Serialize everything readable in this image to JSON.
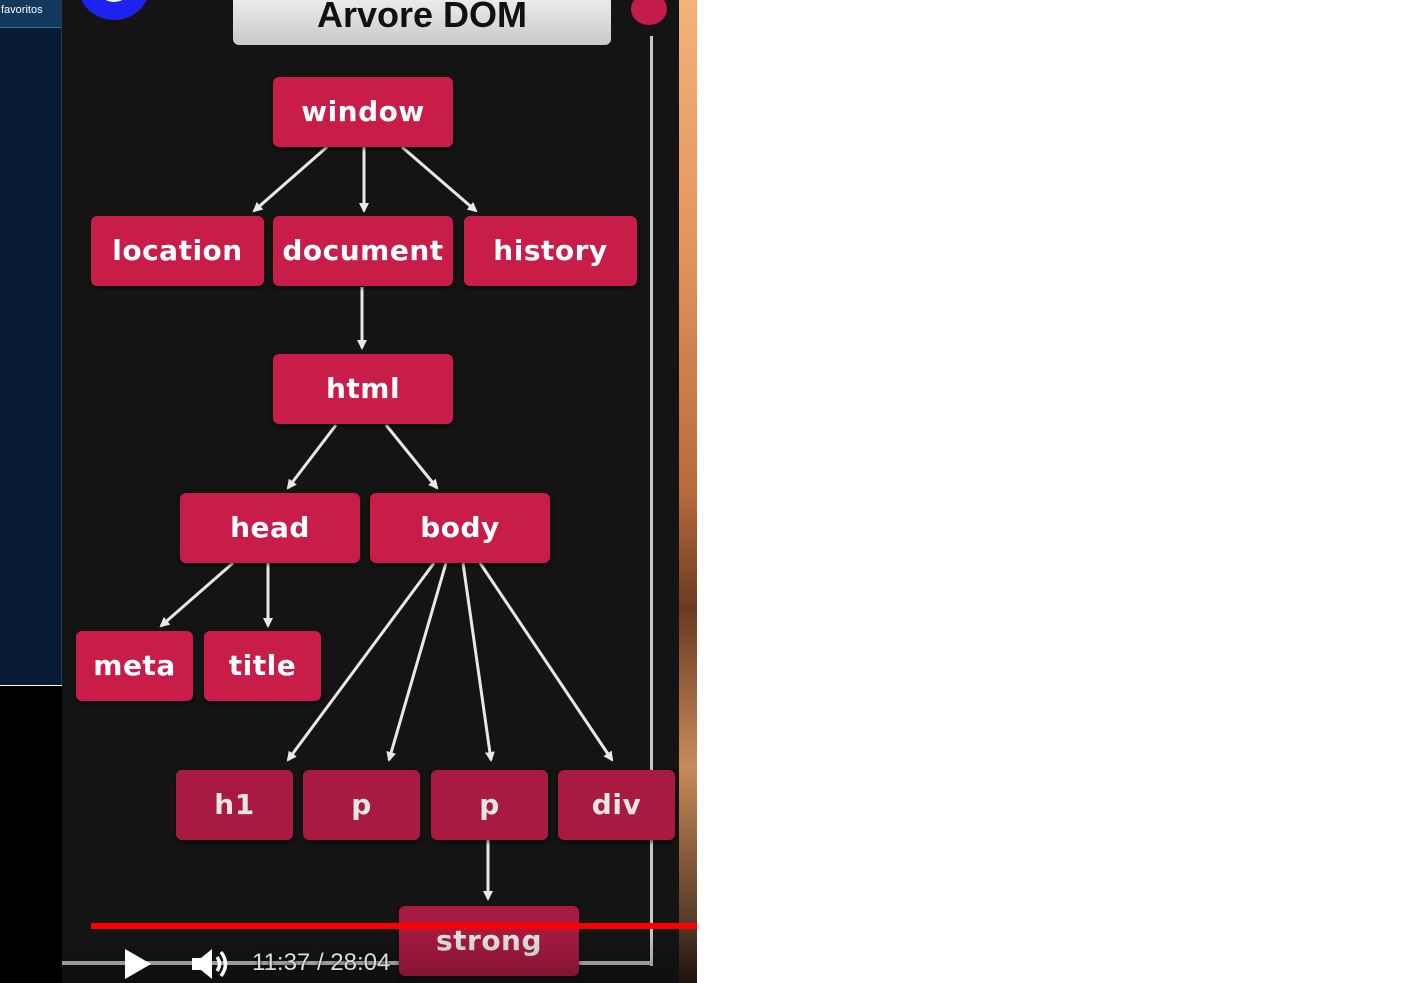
{
  "sidebar": {
    "tab_label": "favoritos"
  },
  "video": {
    "title": "Arvore DOM",
    "tree": {
      "window": "window",
      "location": "location",
      "document": "document",
      "history": "history",
      "html": "html",
      "head": "head",
      "body": "body",
      "meta": "meta",
      "title": "title",
      "h1": "h1",
      "p1": "p",
      "p2": "p",
      "div": "div",
      "strong": "strong"
    }
  },
  "player": {
    "time_display": "11:37 / 28:04",
    "progress_fraction": 0.414,
    "play_icon": "play-icon",
    "volume_icon": "volume-icon"
  },
  "colors": {
    "node": "#c81d48",
    "progress": "#ff0000",
    "logo": "#1d22ee"
  }
}
